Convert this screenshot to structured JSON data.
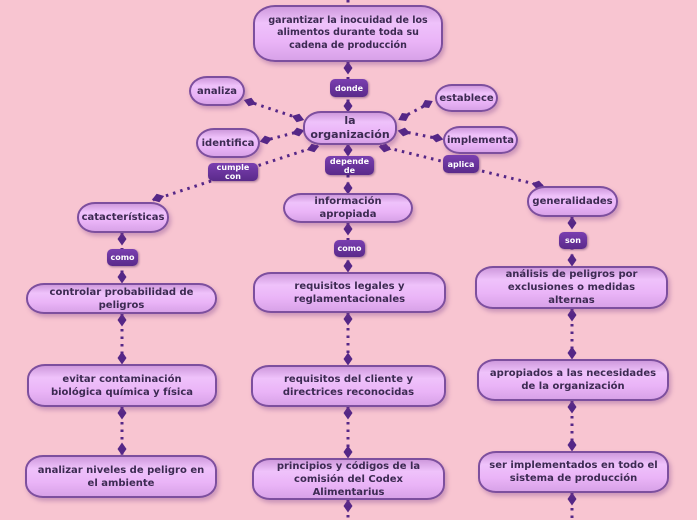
{
  "diagram_type": "concept-map",
  "language": "es",
  "colors": {
    "background": "#f8c5d1",
    "node_fill_light": "#efc2fb",
    "node_fill_dark": "#cf9add",
    "node_border": "#7d4f9e",
    "node_text": "#3c2a52",
    "link_label_fill": "#5e2b91",
    "link_label_text": "#ffffff",
    "edge": "#552787"
  },
  "nodes": {
    "root": "garantizar la inocuidad de los alimentos durante toda su cadena de producción",
    "center": "la organización",
    "analiza": "analiza",
    "establece": "establece",
    "identifica": "identifica",
    "implementa": "implementa",
    "caracteristicas": "catacterísticas",
    "informacion": "información apropiada",
    "generalidades": "generalidades",
    "left1": "controlar probabilidad de peligros",
    "left2": "evitar contaminación biológica química y física",
    "left3": "analizar niveles de peligro en el ambiente",
    "mid1": "requisitos legales y reglamentacionales",
    "mid2": "requisitos del cliente y directrices reconocidas",
    "mid3": "principios y códigos de la comisión del Codex Alimentarius",
    "right1": "análisis de peligros por exclusiones o medidas alternas",
    "right2": "apropiados a las necesidades de la organización",
    "right3": "ser implementados en todo el sistema de producción"
  },
  "link_labels": {
    "donde": "donde",
    "cumple_con": "cumple con",
    "depende_de": "depende de",
    "aplica": "aplica",
    "como_left": "como",
    "como_center": "como",
    "son": "son"
  }
}
